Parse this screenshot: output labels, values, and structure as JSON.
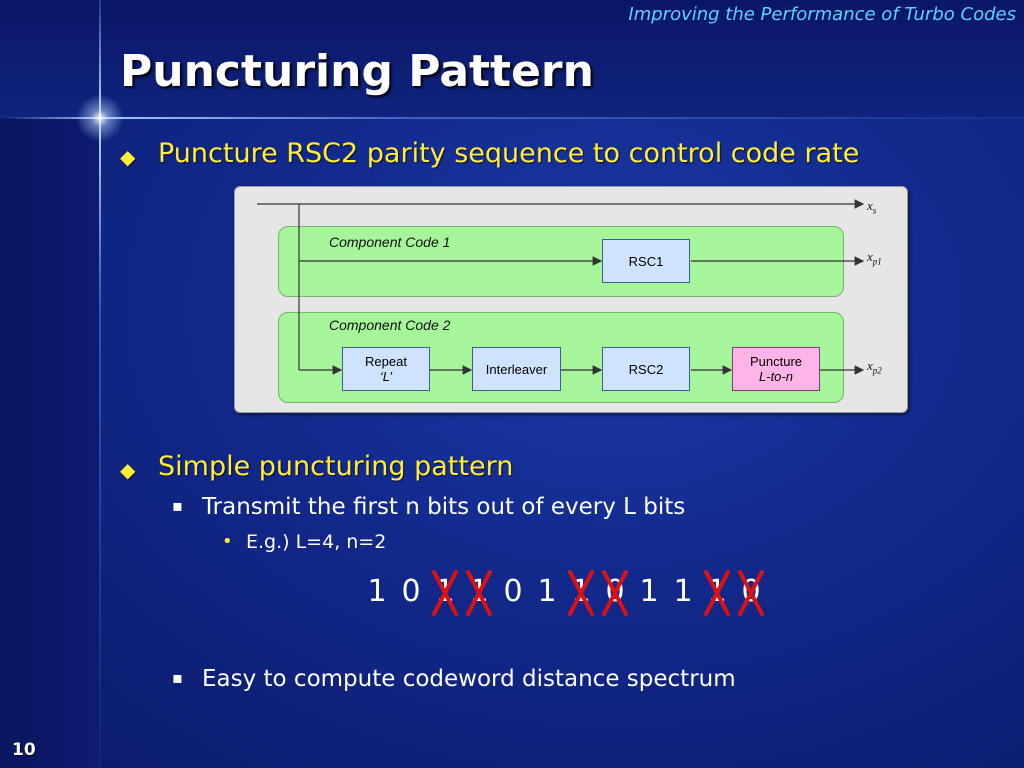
{
  "header": {
    "title": "Improving the Performance of Turbo Codes"
  },
  "slide": {
    "title": "Puncturing Pattern",
    "page_number": "10"
  },
  "bullets": {
    "b1": "Puncture RSC2 parity sequence to control code rate",
    "b2": "Simple puncturing pattern",
    "b2a": "Transmit the first n bits out of every L bits",
    "b2a1": "E.g.)  L=4, n=2",
    "b2b": "Easy to compute codeword distance spectrum"
  },
  "diagram": {
    "component1_label": "Component Code 1",
    "component2_label": "Component Code 2",
    "blocks": {
      "rsc1": "RSC1",
      "repeat_line1": "Repeat",
      "repeat_line2": "‘L’",
      "interleaver": "Interleaver",
      "rsc2": "RSC2",
      "puncture_line1": "Puncture",
      "puncture_line2": "L-to-n"
    },
    "outputs": {
      "xs_base": "x",
      "xs_sub": "s",
      "xp1_base": "x",
      "xp1_sub": "p1",
      "xp2_base": "x",
      "xp2_sub": "p2"
    },
    "colors": {
      "component_fill": "#a6f59a",
      "block_fill": "#cfe3ff",
      "puncture_fill": "#ffb3e6",
      "cross_mark": "#e01010"
    }
  },
  "example_bits": [
    "1",
    "0",
    "1",
    "1",
    "0",
    "1",
    "1",
    "0",
    "1",
    "1",
    "1",
    "0"
  ],
  "punctured_flags": [
    false,
    false,
    true,
    true,
    false,
    false,
    true,
    true,
    false,
    false,
    true,
    true
  ]
}
